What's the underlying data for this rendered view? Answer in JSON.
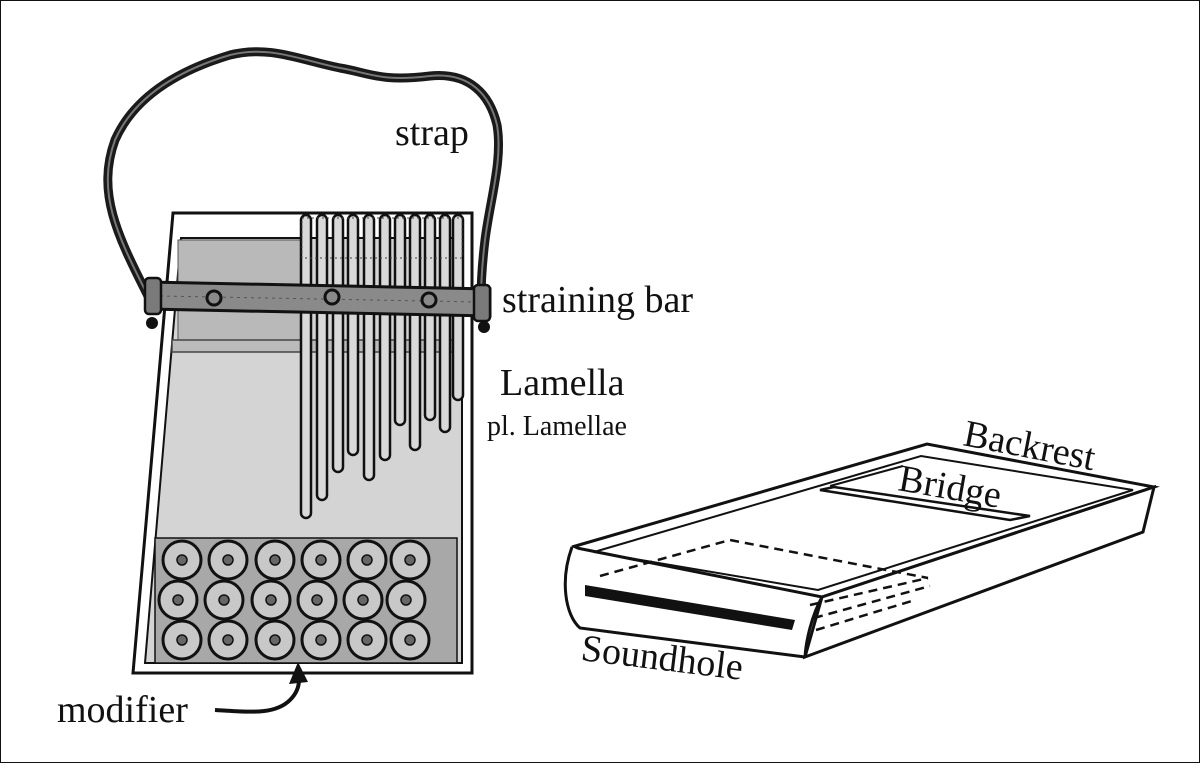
{
  "labels": {
    "strap": "strap",
    "straining_bar": "straining bar",
    "lamella": "Lamella",
    "lamella_plural": "pl. Lamellae",
    "modifier": "modifier",
    "backrest": "Backrest",
    "bridge": "Bridge",
    "soundhole": "Soundhole"
  },
  "colors": {
    "outline": "#111111",
    "board_fill": "#ffffff",
    "panel_light": "#d4d4d4",
    "panel_mid": "#b9b9b9",
    "bar_fill": "#8a8a8a",
    "modifier_fill": "#a8a8a8",
    "disc_fill": "#c8c8c8",
    "center_dot": "#666666",
    "strap": "#1a1a1a",
    "lamella_fill": "#d9d9d9"
  }
}
